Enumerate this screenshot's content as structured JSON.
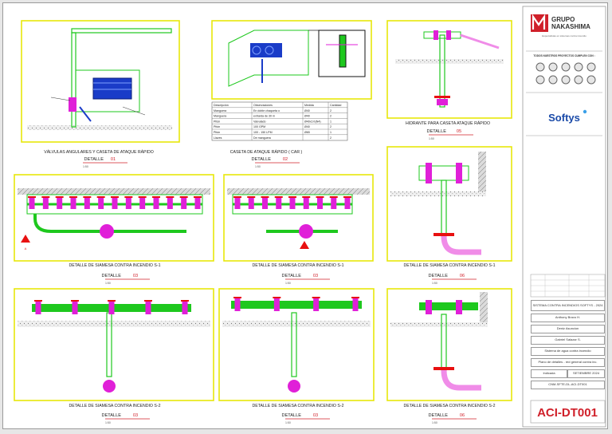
{
  "details": [
    {
      "title": "VÁLVULAS ANGULARES Y CASETA DE ATAQUE RÁPIDO",
      "label": "DETALLE",
      "num": "01",
      "scale": "1:50"
    },
    {
      "title": "CASETA DE ATAQUE RÁPIDO ( CAR )",
      "label": "DETALLE",
      "num": "02",
      "scale": "1:50"
    },
    {
      "title": "HIDRANTE PARA CASETA ATAQUE RÁPIDO",
      "label": "DETALLE",
      "num": "05",
      "scale": "1:50"
    },
    {
      "title": "DETALLE DE SIAMESA CONTRA INCENDIO S-1",
      "label": "DETALLE",
      "num": "03",
      "scale": "1:50"
    },
    {
      "title": "DETALLE DE SIAMESA CONTRA INCENDIO S-1",
      "label": "DETALLE",
      "num": "03",
      "scale": "1:50"
    },
    {
      "title": "DETALLE DE SIAMESA CONTRA INCENDIO S-1",
      "label": "DETALLE",
      "num": "06",
      "scale": "1:50"
    },
    {
      "title": "DETALLE DE SIAMESA CONTRA INCENDIO S-2",
      "label": "DETALLE",
      "num": "03",
      "scale": "1:50"
    },
    {
      "title": "DETALLE DE SIAMESA CONTRA INCENDIO S-2",
      "label": "DETALLE",
      "num": "03",
      "scale": "1:50"
    },
    {
      "title": "DETALLE DE SIAMESA CONTRA INCENDIO S-2",
      "label": "DETALLE",
      "num": "06",
      "scale": "1:50"
    }
  ],
  "table": {
    "headers": [
      "Descripción",
      "Observaciones",
      "Medida",
      "Cantidad"
    ],
    "rows": [
      [
        "Manguera",
        "En doble chaqueta o",
        "Ø40",
        "2"
      ],
      [
        "Manguera",
        "extraída de 30 m",
        "Ø40",
        "2"
      ],
      [
        "Pitón",
        "Valvulado",
        "Ø40x1½(N4)",
        "1"
      ],
      [
        "Pitón",
        "100 GPM",
        "Ø40",
        "2"
      ],
      [
        "Pitón",
        "100 - 150 LPM",
        "Ø65",
        "1"
      ],
      [
        "Llaves",
        "De manguera",
        "",
        "2"
      ]
    ]
  },
  "title_block": {
    "company_line1": "GRUPO",
    "company_line2": "NAKASHIMA",
    "company_desc": "Especialistas en sistemas contra incendio",
    "certs_heading": "TODOS NUESTROS PROYECTOS CUMPLEN CON :",
    "partner_logo": "Softys",
    "fields": [
      "SISTEMA CONTRA INCENDIOS SOFTYS - 2024",
      "Anthony Bravo H.",
      "Deniz Asuncion",
      "Gabriel Salazar S.",
      "Sistema de agua contra incendio",
      "Plano de detalles - red general contra inc.",
      "Indicada",
      "SETIEMBRE 2024",
      "CNM-SFTE-DL-ACI-DT001"
    ],
    "sheet_code": "ACI-DT001"
  },
  "colors": {
    "frame": "#e8e80a",
    "pipe_green": "#1ec81e",
    "valve_magenta": "#e020d8",
    "pipe_pink": "#f08ce8",
    "flange_red": "#e81010",
    "tank_blue": "#1a3cc8",
    "accent_red": "#d0202a"
  }
}
